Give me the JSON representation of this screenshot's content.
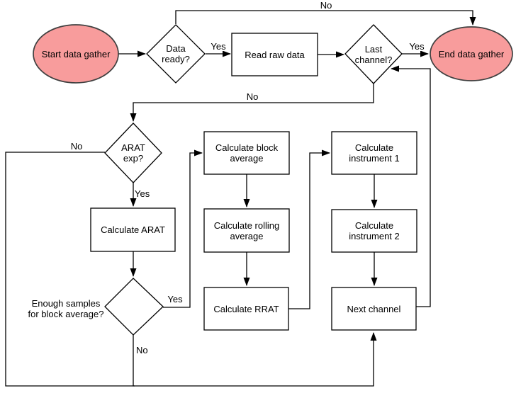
{
  "diagram": {
    "nodes": {
      "start": {
        "label": "Start data gather",
        "shape": "ellipse"
      },
      "data_ready": {
        "label": "Data\nready?",
        "shape": "diamond"
      },
      "read_raw": {
        "label": "Read raw data",
        "shape": "rect"
      },
      "last_channel": {
        "label": "Last\nchannel?",
        "shape": "diamond"
      },
      "end": {
        "label": "End data gather",
        "shape": "ellipse"
      },
      "arat_exp": {
        "label": "ARAT\nexp?",
        "shape": "diamond"
      },
      "calc_arat": {
        "label": "Calculate ARAT",
        "shape": "rect"
      },
      "enough_samples": {
        "label": "Enough samples\nfor block average?",
        "shape": "diamond"
      },
      "calc_block": {
        "label": "Calculate block\naverage",
        "shape": "rect"
      },
      "calc_rolling": {
        "label": "Calculate rolling\naverage",
        "shape": "rect"
      },
      "calc_rrat": {
        "label": "Calculate RRAT",
        "shape": "rect"
      },
      "calc_inst1": {
        "label": "Calculate\ninstrument 1",
        "shape": "rect"
      },
      "calc_inst2": {
        "label": "Calculate\ninstrument 2",
        "shape": "rect"
      },
      "next_channel": {
        "label": "Next channel",
        "shape": "rect"
      }
    },
    "edge_labels": {
      "no_top": "No",
      "yes_data_ready": "Yes",
      "yes_last_channel": "Yes",
      "no_last_channel": "No",
      "no_arat_exp": "No",
      "yes_arat_exp": "Yes",
      "yes_enough": "Yes",
      "no_enough": "No"
    },
    "edges": [
      {
        "from": "start",
        "to": "data_ready",
        "label": ""
      },
      {
        "from": "data_ready",
        "to": "read_raw",
        "label": "Yes"
      },
      {
        "from": "data_ready",
        "to": "end",
        "label": "No"
      },
      {
        "from": "read_raw",
        "to": "last_channel",
        "label": ""
      },
      {
        "from": "last_channel",
        "to": "end",
        "label": "Yes"
      },
      {
        "from": "last_channel",
        "to": "arat_exp",
        "label": "No"
      },
      {
        "from": "arat_exp",
        "to": "calc_arat",
        "label": "Yes"
      },
      {
        "from": "arat_exp",
        "to": "next_channel",
        "label": "No"
      },
      {
        "from": "calc_arat",
        "to": "enough_samples",
        "label": ""
      },
      {
        "from": "enough_samples",
        "to": "calc_block",
        "label": "Yes"
      },
      {
        "from": "enough_samples",
        "to": "next_channel",
        "label": "No"
      },
      {
        "from": "calc_block",
        "to": "calc_rolling",
        "label": ""
      },
      {
        "from": "calc_rolling",
        "to": "calc_rrat",
        "label": ""
      },
      {
        "from": "calc_rrat",
        "to": "calc_inst1",
        "label": ""
      },
      {
        "from": "calc_inst1",
        "to": "calc_inst2",
        "label": ""
      },
      {
        "from": "calc_inst2",
        "to": "next_channel",
        "label": ""
      },
      {
        "from": "next_channel",
        "to": "last_channel",
        "label": ""
      }
    ],
    "colors": {
      "terminal_fill": "#F89C9C",
      "terminal_stroke": "#404040",
      "line": "#000000",
      "background": "#FFFFFF"
    }
  }
}
